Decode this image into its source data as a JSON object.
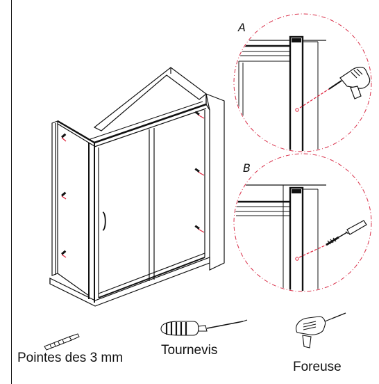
{
  "callouts": {
    "a": "A",
    "b": "B"
  },
  "tools": {
    "drill_bits": "Pointes des 3 mm",
    "screwdriver": "Tournevis",
    "drill": "Foreuse"
  },
  "colors": {
    "line": "#111111",
    "callout_dash": "#d9304a",
    "marker": "#e0203a"
  }
}
